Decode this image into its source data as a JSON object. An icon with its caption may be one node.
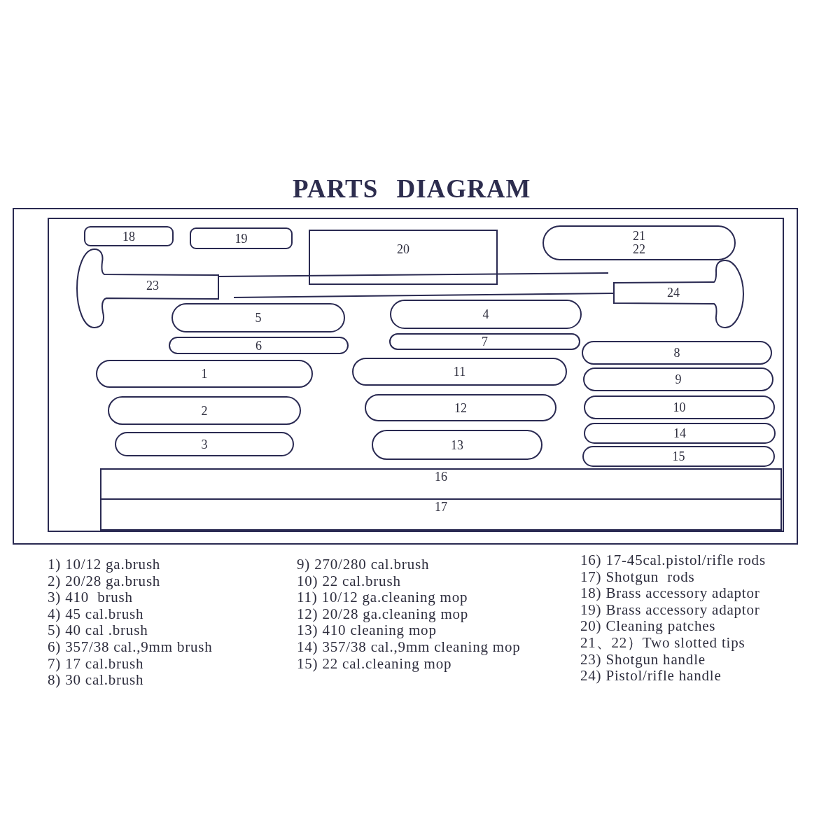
{
  "diagram": {
    "title": "PARTS DIAGRAM",
    "nodes": [
      {
        "text": [],
        "shape": "box"
      },
      {
        "text": [
          "18"
        ],
        "in": 0
      },
      {
        "text": [
          "19"
        ],
        "in": 0
      },
      {
        "text": [
          "20"
        ],
        "in": 0
      },
      {
        "text": [
          "21 22"
        ],
        "in": 0
      },
      {
        "text": [
          "23"
        ],
        "in": 0
      },
      {
        "text": [
          "24"
        ],
        "in": 0
      },
      {
        "text": [
          "5"
        ],
        "in": 0
      },
      {
        "text": [
          "4"
        ],
        "in": 0
      },
      {
        "text": [
          "6"
        ],
        "in": 0
      },
      {
        "text": [
          "7"
        ],
        "in": 0
      },
      {
        "text": [
          "8"
        ],
        "in": 0
      },
      {
        "text": [
          "1"
        ],
        "in": 0
      },
      {
        "text": [
          "11"
        ],
        "in": 0
      },
      {
        "text": [
          "9"
        ],
        "in": 0
      },
      {
        "text": [
          "2"
        ],
        "in": 0
      },
      {
        "text": [
          "12"
        ],
        "in": 0
      },
      {
        "text": [
          "10"
        ],
        "in": 0
      },
      {
        "text": [
          "3"
        ],
        "in": 0
      },
      {
        "text": [
          "13"
        ],
        "in": 0
      },
      {
        "text": [
          "14"
        ],
        "in": 0
      },
      {
        "text": [
          "15"
        ],
        "in": 0
      },
      {
        "text": [
          "16"
        ],
        "in": 0
      },
      {
        "text": [
          "17"
        ],
        "in": 0
      }
    ],
    "labels": [
      "1) 10/12 ga.brush",
      "2) 20/28 ga.brush",
      "3) 410  brush",
      "4) 45 cal.brush",
      "5) 40 cal .brush",
      "6) 357/38 cal.,9mm brush",
      "7) 17 cal.brush",
      "8) 30 cal.brush",
      "9) 270/280 cal.brush",
      "10) 22 cal.brush",
      "11) 10/12 ga.cleaning mop",
      "12) 20/28 ga.cleaning mop",
      "13) 410 cleaning mop",
      "14) 357/38 cal.,9mm cleaning mop",
      "15) 22 cal.cleaning mop",
      "16) 17-45cal.pistol/rifle rods",
      "17) Shotgun  rods",
      "18) Brass accessory adaptor",
      "19) Brass accessory adaptor",
      "20) Cleaning patches",
      "21、22）Two slotted tips",
      "23) Shotgun handle",
      "24) Pistol/rifle handle"
    ]
  }
}
